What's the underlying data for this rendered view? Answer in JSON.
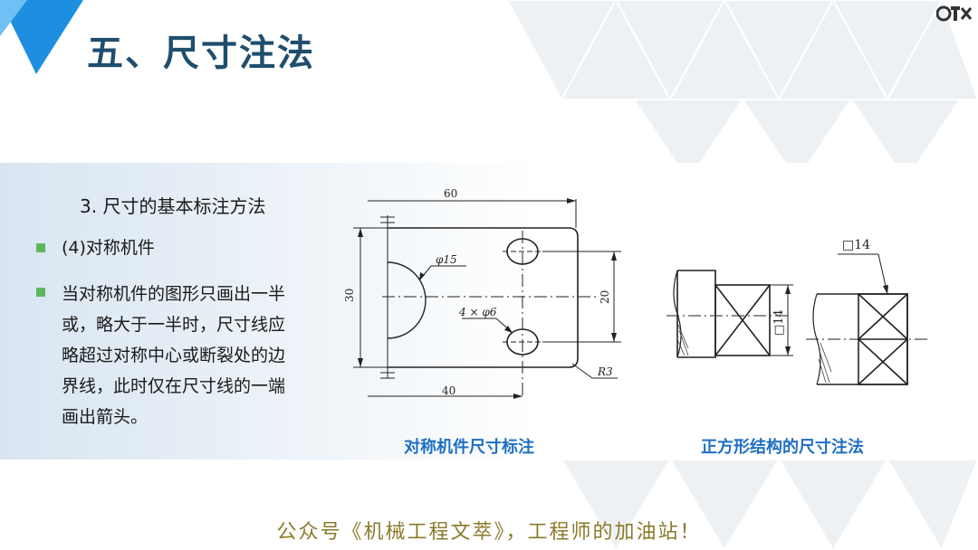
{
  "title": "五、尺寸注法",
  "section": {
    "heading": "3. 尺寸的基本标注方法",
    "bullets": [
      {
        "text": "(4)对称机件"
      },
      {
        "lines": [
          "当对称机件的图形只画出一半",
          "或，略大于一半时，尺寸线应",
          "略超过对称中心或断裂处的边",
          "界线，此时仅在尺寸线的一端",
          "画出箭头。"
        ]
      }
    ]
  },
  "figure_left": {
    "caption": "对称机件尺寸标注",
    "dims": {
      "top": "60",
      "left": "30",
      "right": "20",
      "bottom": "40",
      "radius": "R3",
      "phi15": "φ15",
      "holes": "4 × φ6"
    }
  },
  "figure_right": {
    "caption": "正方形结构的尺寸注法",
    "dims": {
      "left": "□14",
      "top": "□14"
    }
  },
  "footer": "公众号《机械工程文萃》，工程师的加油站！",
  "colors": {
    "title": "#1f4e6e",
    "accent": "#1e8fe0",
    "bullet": "#5cb85c",
    "caption": "#1f6fc2",
    "footer": "#8a7a2a"
  }
}
